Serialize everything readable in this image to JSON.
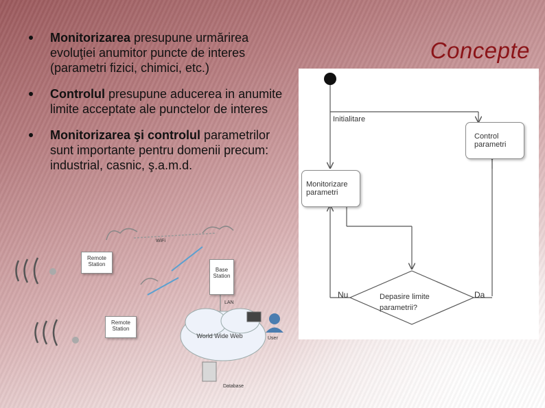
{
  "title": "Concepte",
  "bullets": [
    {
      "bold": "Monitorizarea",
      "rest": " presupune urmărirea evoluţiei anumitor puncte de interes (parametri fizici, chimici, etc.)"
    },
    {
      "bold": "Controlul",
      "rest": " presupune aducerea in anumite limite acceptate ale punctelor de interes"
    },
    {
      "bold": "Monitorizarea şi controlul",
      "rest": " parametrilor sunt importante pentru domenii precum: industrial, casnic, ş.a.m.d."
    }
  ],
  "flowchart": {
    "initialize_label": "Initialitare",
    "control_box": "Control parametri",
    "monitor_box": "Monitorizare parametri",
    "decision": "Depasire limite parametrii?",
    "no_label": "Nu",
    "yes_label": "Da"
  },
  "network": {
    "remote_station_1": "Remote Station",
    "remote_station_2": "Remote Station",
    "base_station": "Base Station",
    "www": "World Wide Web",
    "wifi_label": "WiFi",
    "lan_label": "LAN",
    "user_label": "User",
    "database_label": "Database"
  }
}
